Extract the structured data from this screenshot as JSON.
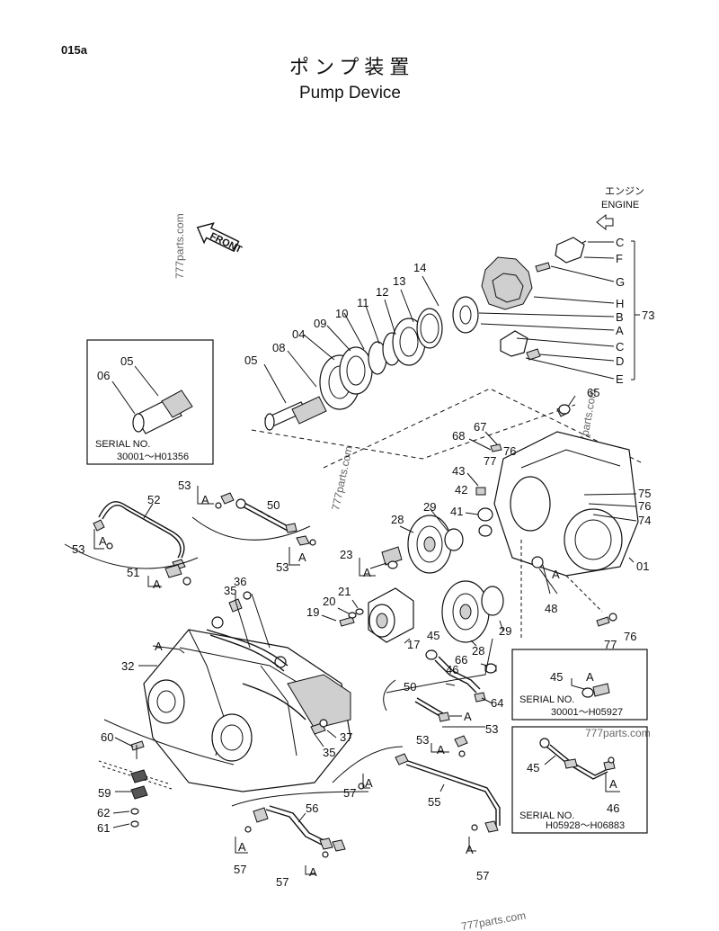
{
  "page_code": "015a",
  "title_jp": "ポンプ装置",
  "title_en": "Pump Device",
  "engine_jp": "エンジン",
  "engine_en": "ENGINE",
  "front_label": "FRONT",
  "watermark": "777parts.com",
  "watermark_mid": "777parts.com",
  "inset_serials": [
    {
      "label": "SERIAL NO.",
      "range": "30001～H01356"
    },
    {
      "label": "SERIAL NO.",
      "range": "30001～H05927"
    },
    {
      "label": "SERIAL NO.",
      "range": "H05928～H06883"
    }
  ],
  "coupling_letters": [
    "C",
    "F",
    "G",
    "H",
    "B",
    "A",
    "C",
    "D",
    "E"
  ],
  "coupling_assembly": "73",
  "parts": {
    "p14": "14",
    "p13": "13",
    "p12": "12",
    "p11": "11",
    "p10": "10",
    "p09": "09",
    "p04": "04",
    "p08": "08",
    "p05": "05",
    "p65": "65",
    "p67": "67",
    "p68": "68",
    "p76a": "76",
    "p77a": "77",
    "p43": "43",
    "p42": "42",
    "p41": "41",
    "p29a": "29",
    "p28a": "28",
    "p75": "75",
    "p76b": "76",
    "p74": "74",
    "p01": "01",
    "p23": "23",
    "p21": "21",
    "p20": "20",
    "p19": "19",
    "p17": "17",
    "p48": "48",
    "p28b": "28",
    "p29b": "29",
    "p76c": "76",
    "p77b": "77",
    "p53a": "53",
    "p52": "52",
    "p50a": "50",
    "p53b": "53",
    "p53c": "53",
    "p51": "51",
    "p35a": "35",
    "p36": "36",
    "p32": "32",
    "p45a": "45",
    "p46a": "46",
    "p66": "66",
    "p64": "64",
    "p50b": "50",
    "p53d": "53",
    "p53e": "53",
    "p37": "37",
    "p35b": "35",
    "p60": "60",
    "p59": "59",
    "p62": "62",
    "p61": "61",
    "p57a": "57",
    "p55": "55",
    "p56": "56",
    "p57b": "57",
    "p57c": "57",
    "p57d": "57",
    "p06": "06",
    "p05i": "05",
    "p45b": "45",
    "p45c": "45",
    "p46b": "46"
  },
  "letters": {
    "A": "A"
  }
}
